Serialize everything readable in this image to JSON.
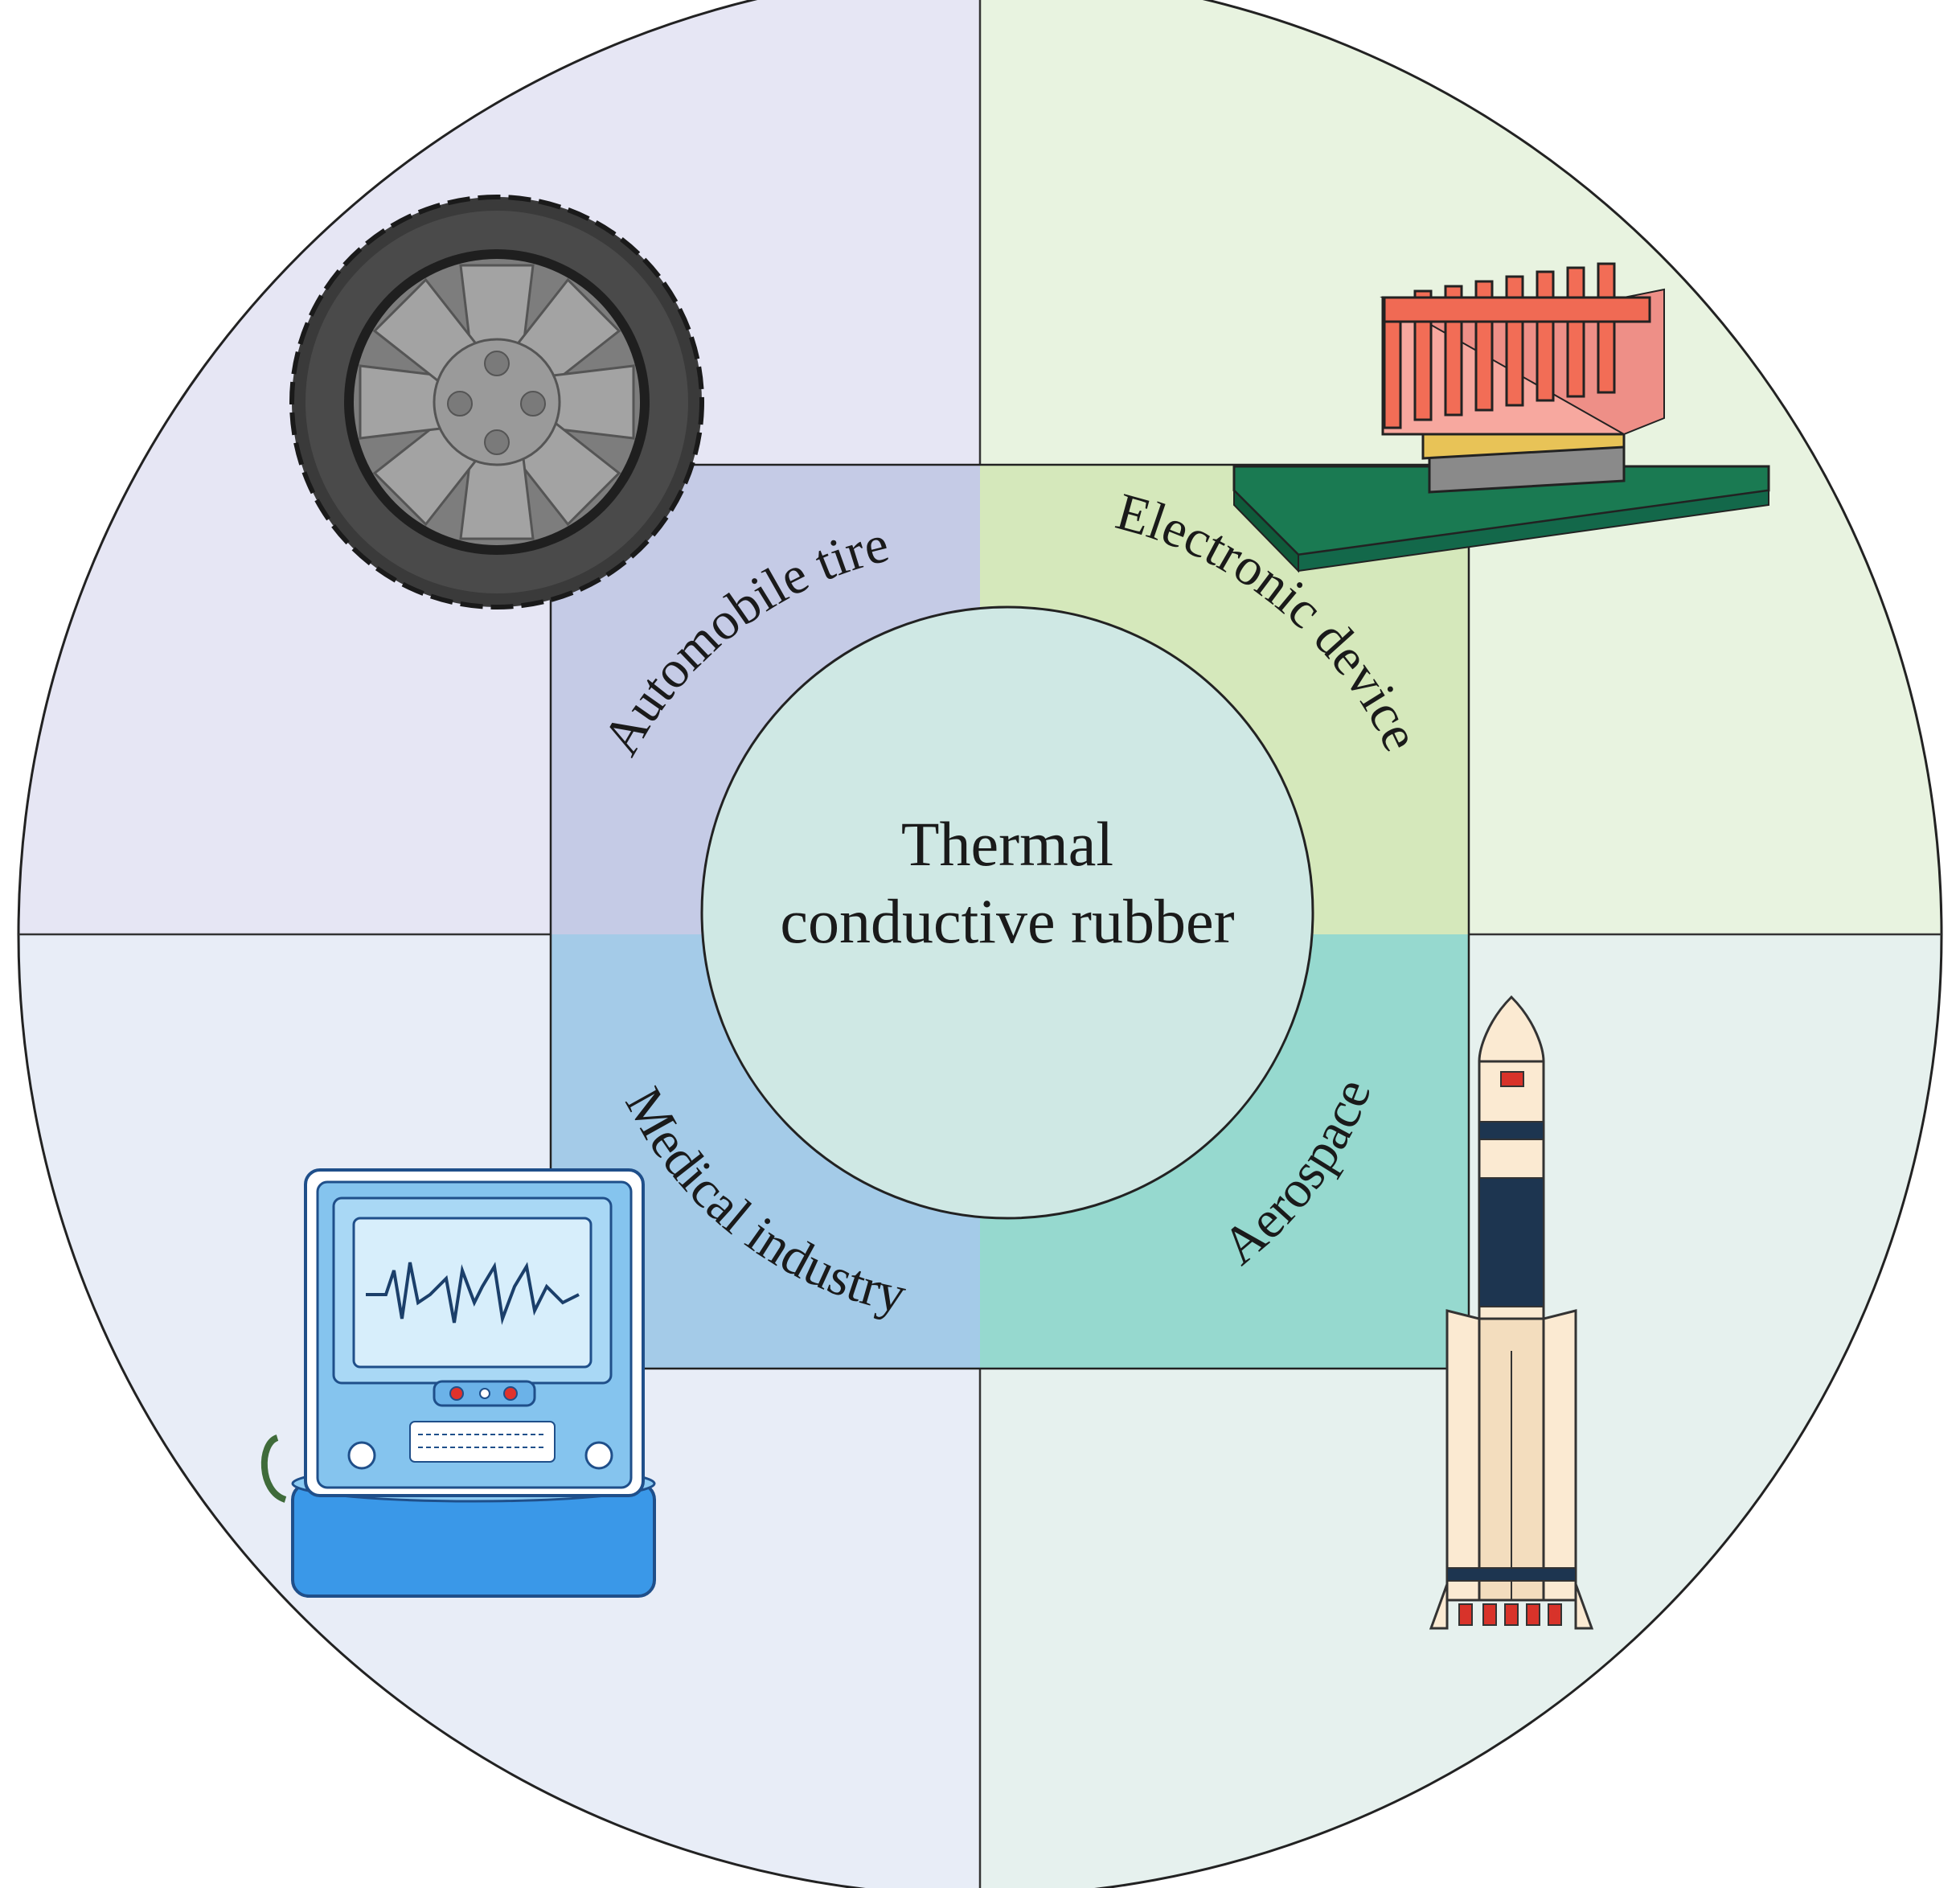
{
  "center": {
    "line1": "Thermal",
    "line2": "conductive rubber"
  },
  "segments": [
    {
      "label": "Automobile tire",
      "icon": "tire-icon"
    },
    {
      "label": "Electronic device",
      "icon": "heatsink-chip-icon"
    },
    {
      "label": "Aerospace",
      "icon": "rocket-icon"
    },
    {
      "label": "Medical industry",
      "icon": "medical-monitor-icon"
    }
  ],
  "colors": {
    "outer_top_left": "#e6e6f4",
    "outer_top_right": "#e8f3e0",
    "outer_bottom_right": "#e6f1ee",
    "outer_bottom_left": "#e8edf7",
    "ring_automobile": "#c5cbe6",
    "ring_electronic": "#d5e8bb",
    "ring_aerospace": "#96d9cf",
    "ring_medical": "#a4cbe8",
    "center": "#cfe8e4"
  }
}
